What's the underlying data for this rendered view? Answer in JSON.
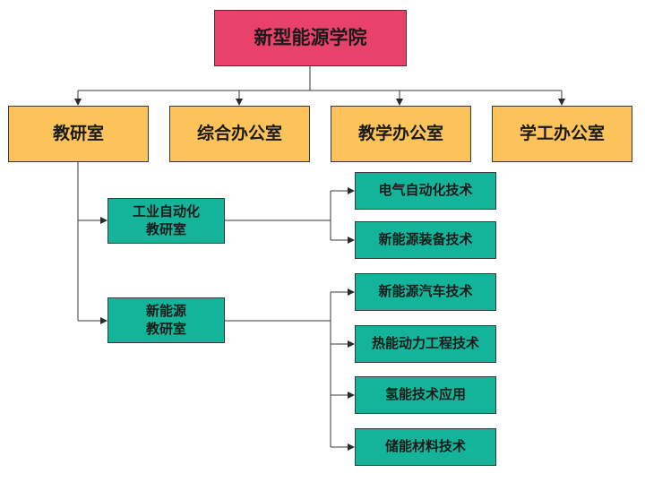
{
  "root": {
    "label": "新型能源学院"
  },
  "departments": [
    {
      "label": "教研室"
    },
    {
      "label": "综合办公室"
    },
    {
      "label": "教学办公室"
    },
    {
      "label": "学工办公室"
    }
  ],
  "labs": [
    {
      "line1": "工业自动化",
      "line2": "教研室",
      "majors": [
        {
          "label": "电气自动化技术"
        },
        {
          "label": "新能源装备技术"
        }
      ]
    },
    {
      "line1": "新能源",
      "line2": "教研室",
      "majors": [
        {
          "label": "新能源汽车技术"
        },
        {
          "label": "热能动力工程技术"
        },
        {
          "label": "氢能技术应用"
        },
        {
          "label": "储能材料技术"
        }
      ]
    }
  ],
  "colors": {
    "root": "#e8416a",
    "department": "#fdc35b",
    "lab": "#13b49a",
    "major": "#13b49a",
    "line": "#3a3a3a"
  }
}
